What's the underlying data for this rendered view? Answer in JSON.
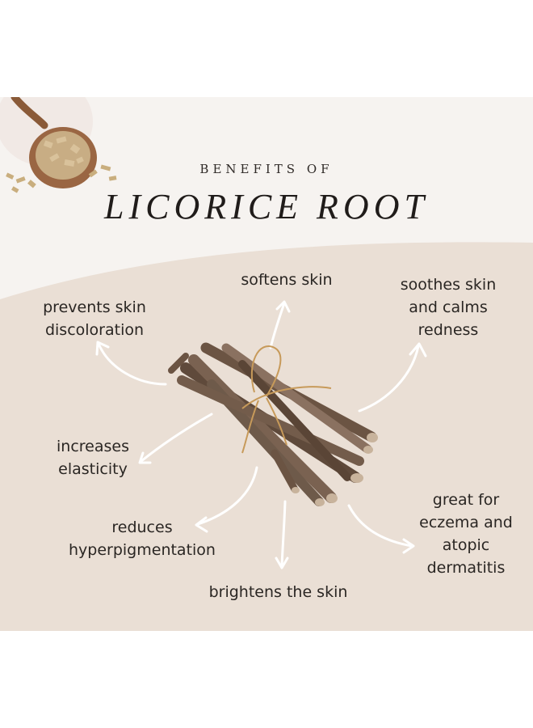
{
  "colors": {
    "background_light": "#f6f3f0",
    "background_beige": "#eadfd5",
    "arrow": "#ffffff",
    "text": "#2a2623",
    "root_brown": "#6b5443",
    "twine": "#c79a5a"
  },
  "header": {
    "kicker": "BENEFITS OF",
    "title": "LICORICE ROOT"
  },
  "benefits": [
    {
      "lines": [
        "softens skin"
      ]
    },
    {
      "lines": [
        "soothes skin",
        "and calms",
        "redness"
      ]
    },
    {
      "lines": [
        "prevents skin",
        "discoloration"
      ]
    },
    {
      "lines": [
        "increases",
        "elasticity"
      ]
    },
    {
      "lines": [
        "reduces",
        "hyperpigmentation"
      ]
    },
    {
      "lines": [
        "brightens the skin"
      ]
    },
    {
      "lines": [
        "great for",
        "eczema and",
        "atopic",
        "dermatitis"
      ]
    }
  ],
  "icons": {
    "spoon": "wooden-spoon-with-root-chips",
    "bundle": "tied-licorice-root-bundle",
    "arrows": "curved-white-arrow"
  }
}
